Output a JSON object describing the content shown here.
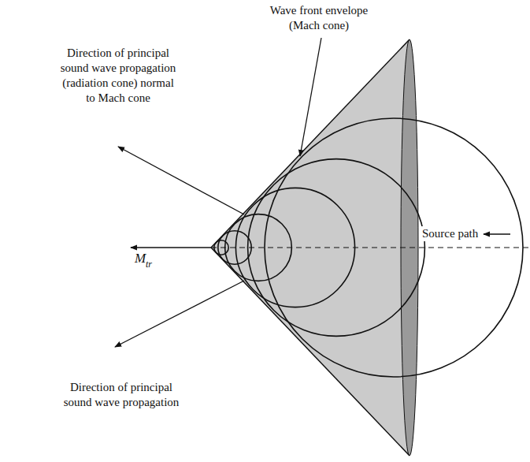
{
  "diagram": {
    "labels": [
      "Wave front envelope (Mach cone)",
      "Direction of principal sound wave propagation (radiation cone) normal to Mach cone",
      "Source path",
      "M",
      "tr",
      "Direction of principal sound wave propagation"
    ]
  }
}
